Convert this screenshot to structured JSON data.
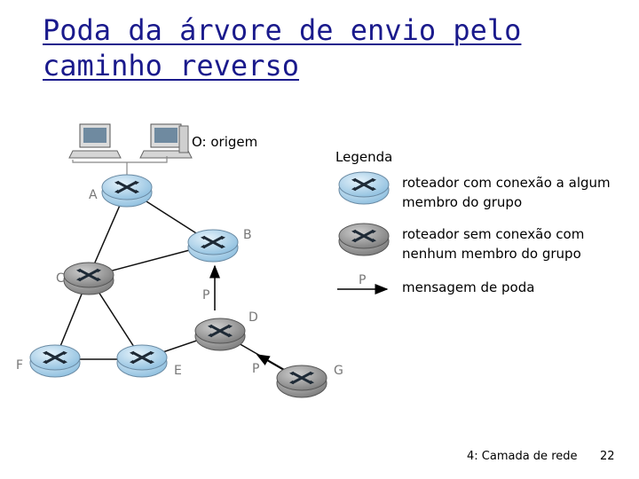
{
  "title": {
    "line1": "Poda da árvore de envio pelo",
    "line2": "caminho reverso"
  },
  "source_label": "O: origem",
  "legend": {
    "heading": "Legenda",
    "connected_label": "roteador com conexão a algum membro do grupo",
    "unconnected_label": "roteador sem conexão com nenhum membro do grupo",
    "prune_label": "mensagem de poda",
    "prune_arrow_letter": "P"
  },
  "routers": [
    {
      "id": "A",
      "status": "connected"
    },
    {
      "id": "B",
      "status": "connected"
    },
    {
      "id": "C",
      "status": "unconnected"
    },
    {
      "id": "D",
      "status": "unconnected"
    },
    {
      "id": "E",
      "status": "connected"
    },
    {
      "id": "F",
      "status": "connected"
    },
    {
      "id": "G",
      "status": "unconnected"
    }
  ],
  "prune_messages": [
    {
      "from": "D",
      "to": "B",
      "label": "P"
    },
    {
      "from": "G",
      "to": "D",
      "label": "P"
    }
  ],
  "footer": {
    "chapter": "4: Camada de rede",
    "page": "22"
  },
  "colors": {
    "title": "#1a1a8c",
    "connected_router": "#a9d0e8",
    "unconnected_router": "#9a9a9a"
  }
}
